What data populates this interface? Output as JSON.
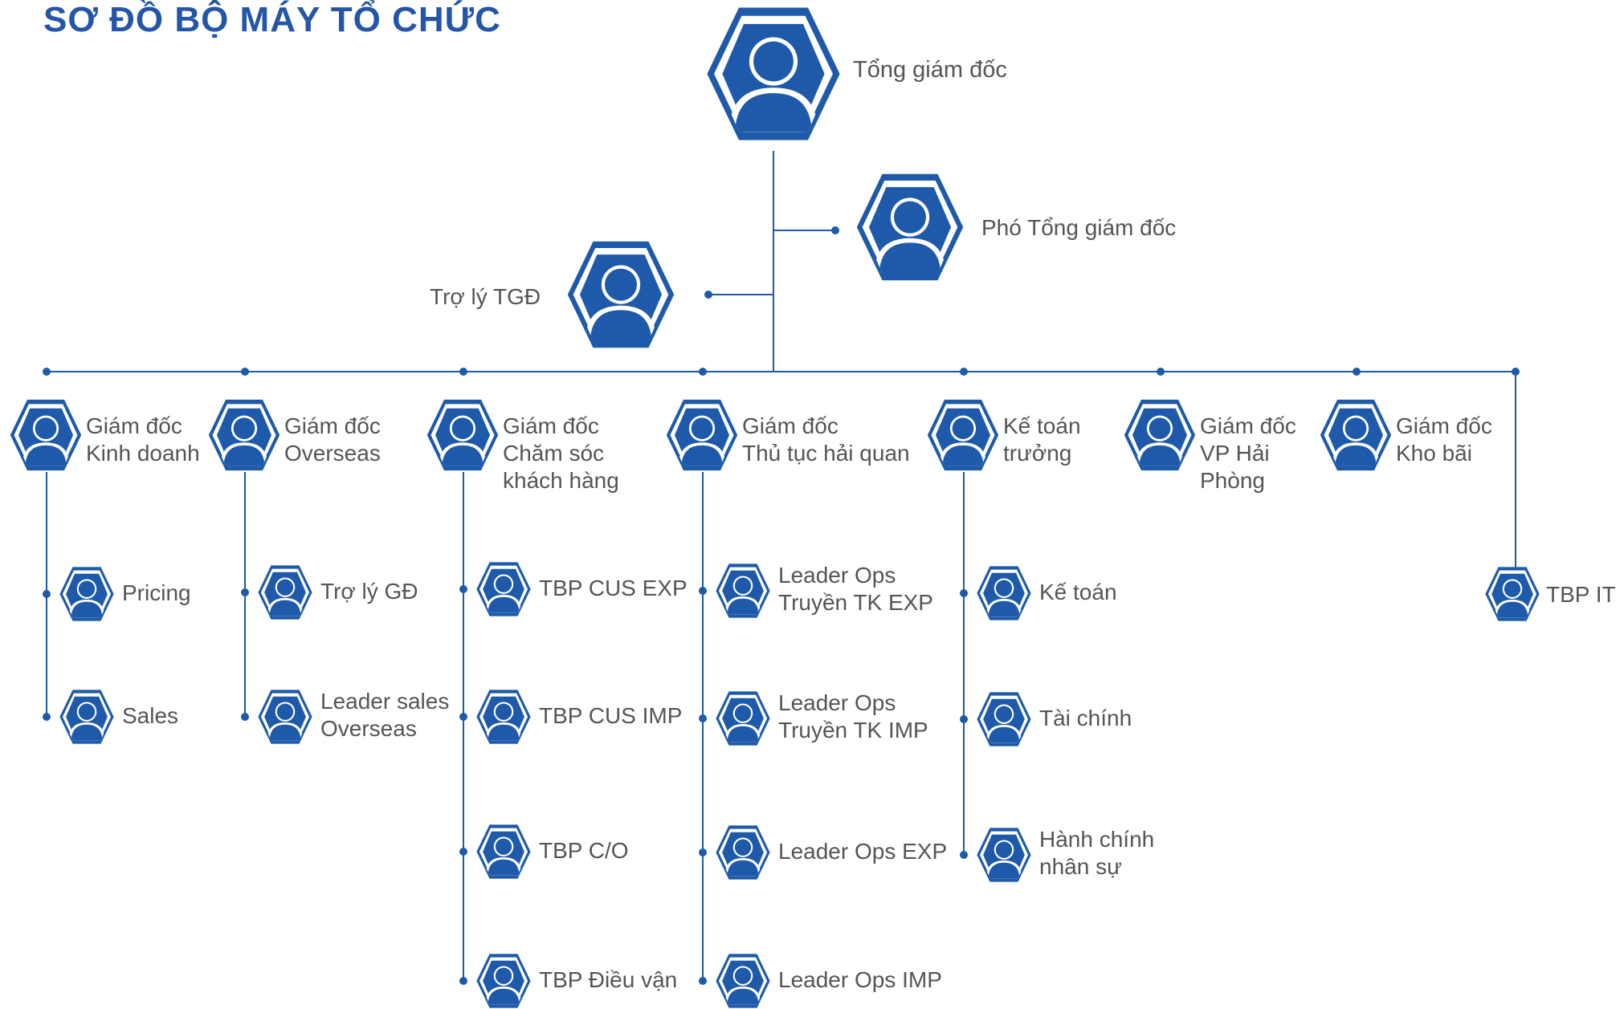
{
  "title": "SƠ ĐỒ BỘ MÁY TỔ CHỨC",
  "colors": {
    "accent": "#1e5aa9",
    "line": "#1e5aa9",
    "text": "#555555",
    "title": "#2356a8"
  },
  "icon": "person-hexagon-icon",
  "top": {
    "ceo": {
      "label": [
        "Tổng giám đốc"
      ]
    },
    "deputy": {
      "label": [
        "Phó Tổng giám đốc"
      ]
    },
    "assistant": {
      "label": [
        "Trợ lý TGĐ"
      ]
    }
  },
  "departments": [
    {
      "label": [
        "Giám đốc",
        "Kinh doanh"
      ],
      "children": [
        {
          "label": [
            "Pricing"
          ]
        },
        {
          "label": [
            "Sales"
          ]
        }
      ]
    },
    {
      "label": [
        "Giám đốc",
        "Overseas"
      ],
      "children": [
        {
          "label": [
            "Trợ lý GĐ"
          ]
        },
        {
          "label": [
            "Leader sales",
            "Overseas"
          ]
        }
      ]
    },
    {
      "label": [
        "Giám đốc",
        "Chăm sóc",
        "khách hàng"
      ],
      "children": [
        {
          "label": [
            "TBP CUS EXP"
          ]
        },
        {
          "label": [
            "TBP CUS IMP"
          ]
        },
        {
          "label": [
            "TBP C/O"
          ]
        },
        {
          "label": [
            "TBP Điều vận"
          ]
        }
      ]
    },
    {
      "label": [
        "Giám đốc",
        "Thủ tục hải quan"
      ],
      "children": [
        {
          "label": [
            "Leader Ops",
            "Truyền TK EXP"
          ]
        },
        {
          "label": [
            "Leader Ops",
            "Truyền TK IMP"
          ]
        },
        {
          "label": [
            "Leader Ops EXP"
          ]
        },
        {
          "label": [
            "Leader Ops IMP"
          ]
        }
      ]
    },
    {
      "label": [
        "Kế toán",
        "trưởng"
      ],
      "children": [
        {
          "label": [
            "Kế toán"
          ]
        },
        {
          "label": [
            "Tài chính"
          ]
        },
        {
          "label": [
            "Hành chính",
            "nhân sự"
          ]
        }
      ]
    },
    {
      "label": [
        "Giám đốc",
        "VP Hải",
        "Phòng"
      ],
      "children": []
    },
    {
      "label": [
        "Giám đốc",
        "Kho bãi"
      ],
      "children": []
    },
    {
      "label": [],
      "children": [
        {
          "label": [
            "TBP IT"
          ]
        }
      ]
    }
  ]
}
